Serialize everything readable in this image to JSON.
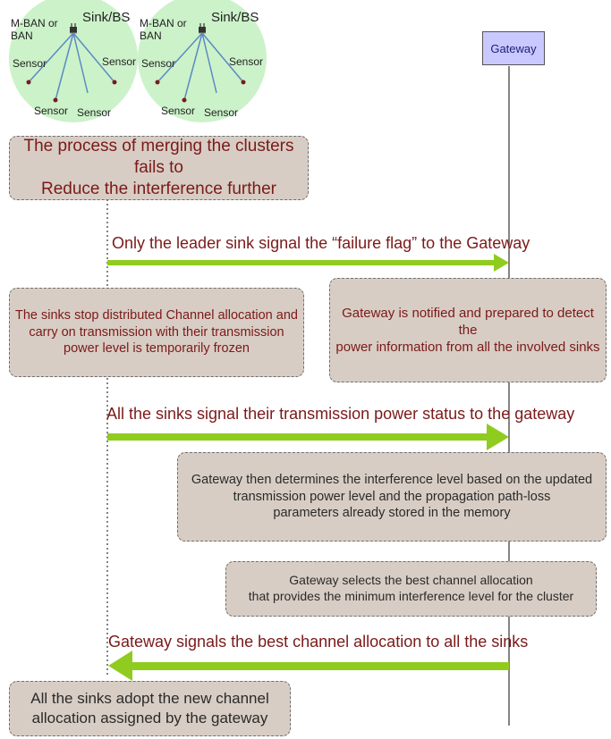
{
  "clusters": [
    {
      "ban_label_line1": "M-BAN or",
      "ban_label_line2": "BAN",
      "sink_label": "Sink/BS",
      "sensor_labels": [
        "Sensor",
        "Sensor",
        "Sensor",
        "Sensor"
      ]
    },
    {
      "ban_label_line1": "M-BAN or",
      "ban_label_line2": "BAN",
      "sink_label": "Sink/BS",
      "sensor_labels": [
        "Sensor",
        "Sensor",
        "Sensor",
        "Sensor"
      ]
    }
  ],
  "gateway_label": "Gateway",
  "boxes": {
    "merge_fail": [
      "The process of merging the clusters fails to",
      "Reduce the interference further"
    ],
    "sinks_stop": [
      "The sinks stop distributed Channel allocation and",
      "carry on transmission with their transmission",
      "power level is temporarily frozen"
    ],
    "gateway_notified": [
      "Gateway is notified and prepared to detect the",
      "power information from all the involved sinks"
    ],
    "gateway_determines": [
      "Gateway then determines the interference level based on the updated",
      "transmission power level and the propagation path-loss",
      "parameters  already stored in the memory"
    ],
    "gateway_selects": [
      "Gateway selects the best channel allocation",
      "that provides the minimum interference level for the cluster"
    ],
    "sinks_adopt": [
      "All the sinks adopt the new channel",
      "allocation assigned by the gateway"
    ]
  },
  "messages": {
    "failure_flag": "Only the leader sink signal the “failure flag” to the Gateway",
    "power_status": "All the sinks signal their transmission power status to the gateway",
    "best_channel": "Gateway signals the best channel allocation to all the sinks"
  },
  "colors": {
    "arrow_green": "#8fcc1f",
    "box_fill": "#d8cdc4",
    "cluster_fill": "#ccf2c9",
    "gateway_fill": "#c9c9ff",
    "text_brown": "#7a1a1a"
  }
}
